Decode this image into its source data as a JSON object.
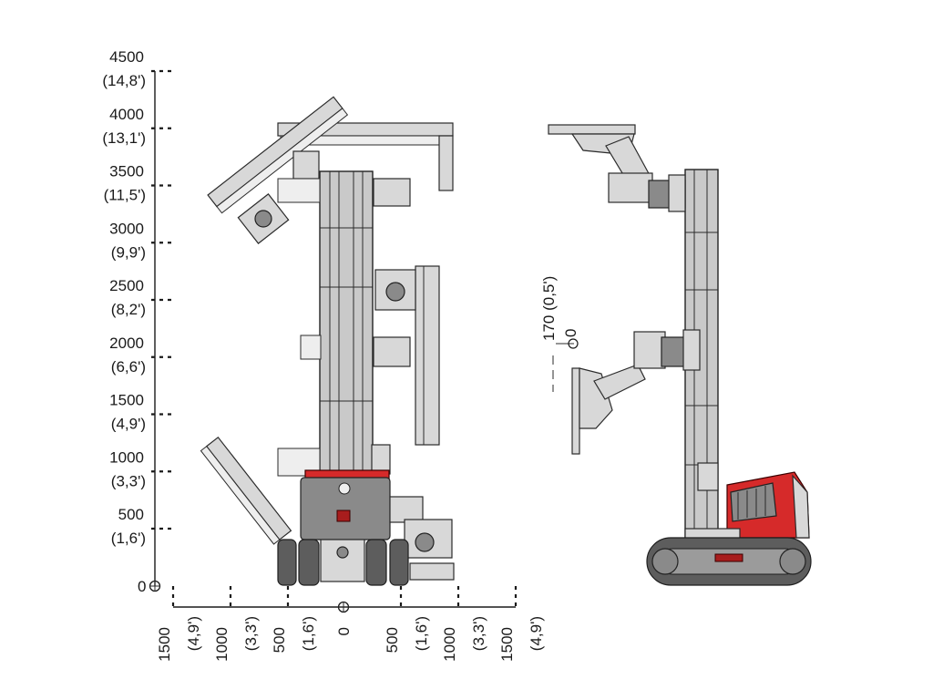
{
  "vertical_scale": {
    "ticks": [
      {
        "mm": "4500",
        "ft": "(14,8')"
      },
      {
        "mm": "4000",
        "ft": "(13,1')"
      },
      {
        "mm": "3500",
        "ft": "(11,5')"
      },
      {
        "mm": "3000",
        "ft": "(9,9')"
      },
      {
        "mm": "2500",
        "ft": "(8,2')"
      },
      {
        "mm": "2000",
        "ft": "(6,6')"
      },
      {
        "mm": "1500",
        "ft": "(4,9')"
      },
      {
        "mm": "1000",
        "ft": "(3,3')"
      },
      {
        "mm": "500",
        "ft": "(1,6')"
      }
    ],
    "origin_label": "0"
  },
  "horizontal_scale": {
    "left": [
      {
        "mm": "1500",
        "ft": "(4,9')"
      },
      {
        "mm": "1000",
        "ft": "(3,3')"
      },
      {
        "mm": "500",
        "ft": "(1,6')"
      }
    ],
    "center": "0",
    "right": [
      {
        "mm": "500",
        "ft": "(1,6')"
      },
      {
        "mm": "1000",
        "ft": "(3,3')"
      },
      {
        "mm": "1500",
        "ft": "(4,9')"
      }
    ]
  },
  "side_view": {
    "offset_label": "170  (0,5')",
    "zero_label": "0"
  },
  "colors": {
    "machine_body": "#d62a2a",
    "frame": "#c9c9c9",
    "tracks": "#5d5d5d"
  }
}
